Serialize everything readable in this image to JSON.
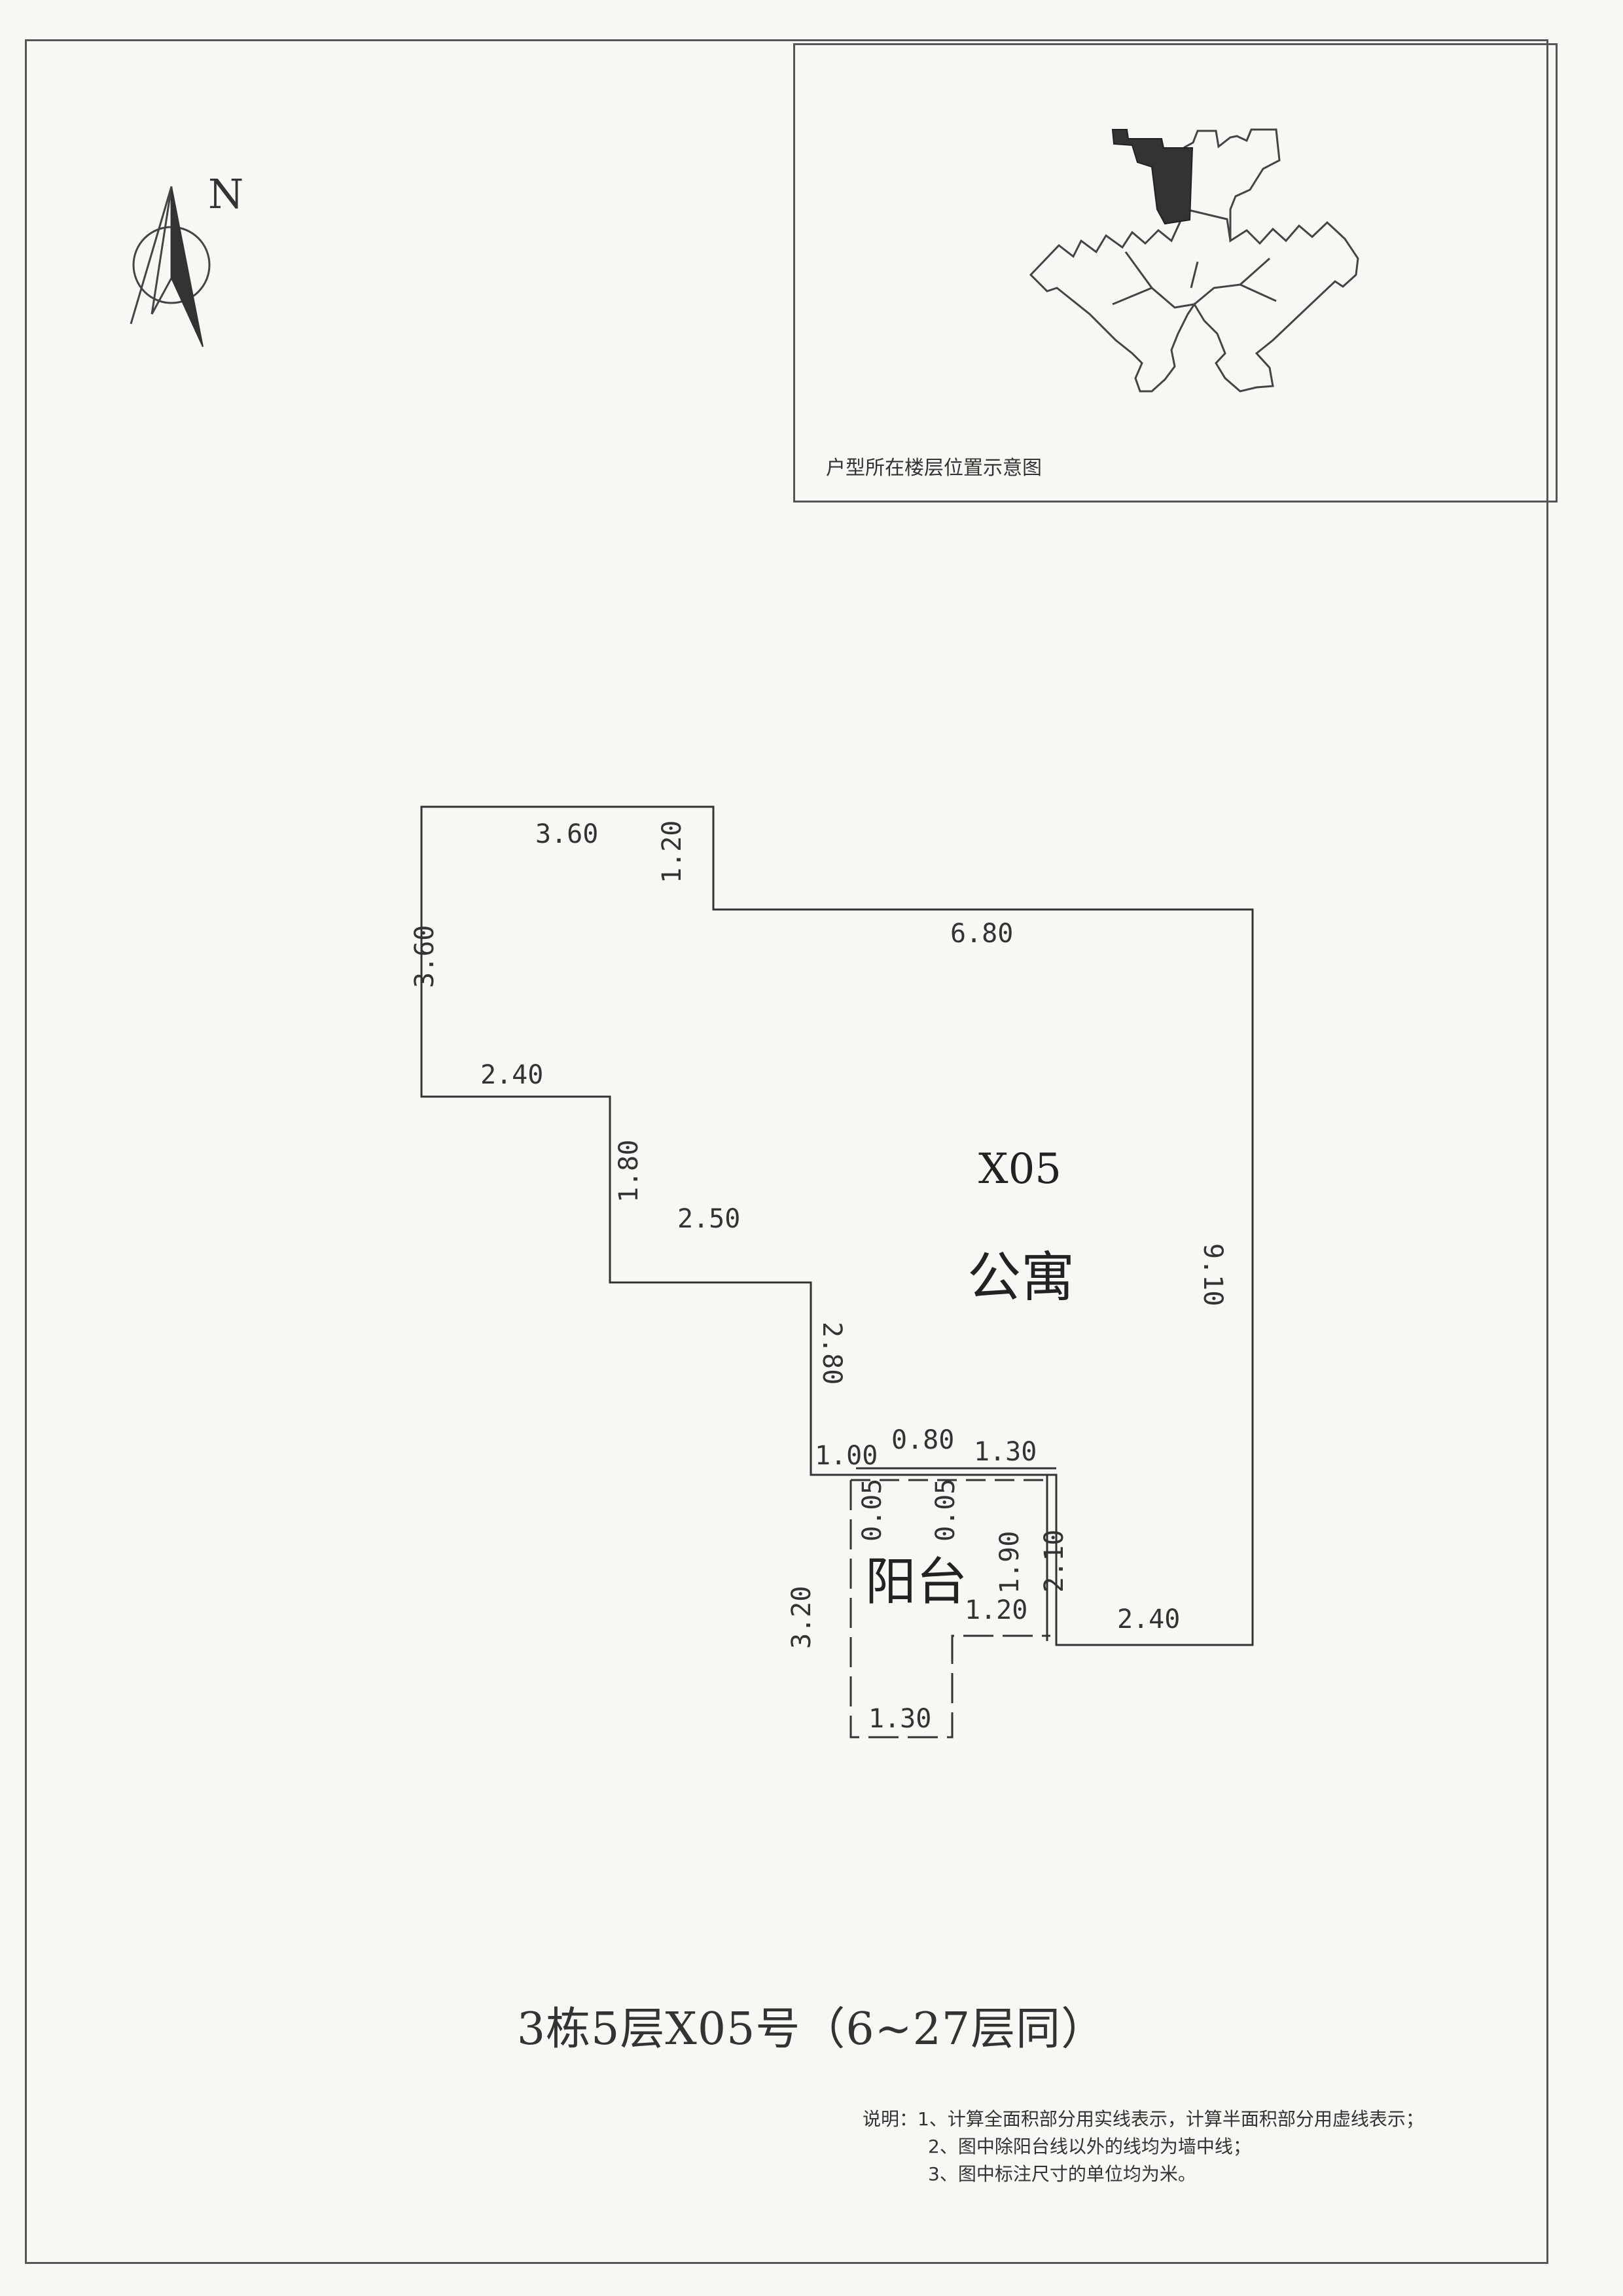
{
  "key_plan": {
    "caption": "户型所在楼层位置示意图"
  },
  "north_arrow": {
    "label": "N",
    "icon": "north-arrow-icon"
  },
  "unit": {
    "code": "X05",
    "use": "公寓",
    "balcony_label": "阳台"
  },
  "dimensions": {
    "top_left_width": "3.60",
    "top_step": "1.20",
    "left_upper": "3.60",
    "top_right_width": "6.80",
    "step_1_width": "2.40",
    "step_1_height": "1.80",
    "step_2_width": "2.50",
    "step_2_height": "2.80",
    "right_height": "9.10",
    "bottom_a": "1.00",
    "bottom_b": "0.80",
    "bottom_c": "1.30",
    "wall_1": "0.05",
    "wall_2": "0.05",
    "balcony_inner_height": "1.90",
    "balcony_outer_height": "2.10",
    "balcony_notch": "1.20",
    "balcony_height": "3.20",
    "bottom_right_width": "2.40",
    "balcony_bottom_width": "1.30"
  },
  "title": "3栋5层X05号（6~27层同）",
  "notes": {
    "lead": "说明：",
    "items": [
      "1、计算全面积部分用实线表示，计算半面积部分用虚线表示；",
      "2、图中除阳台线以外的线均为墙中线；",
      "3、图中标注尺寸的单位均为米。"
    ]
  }
}
